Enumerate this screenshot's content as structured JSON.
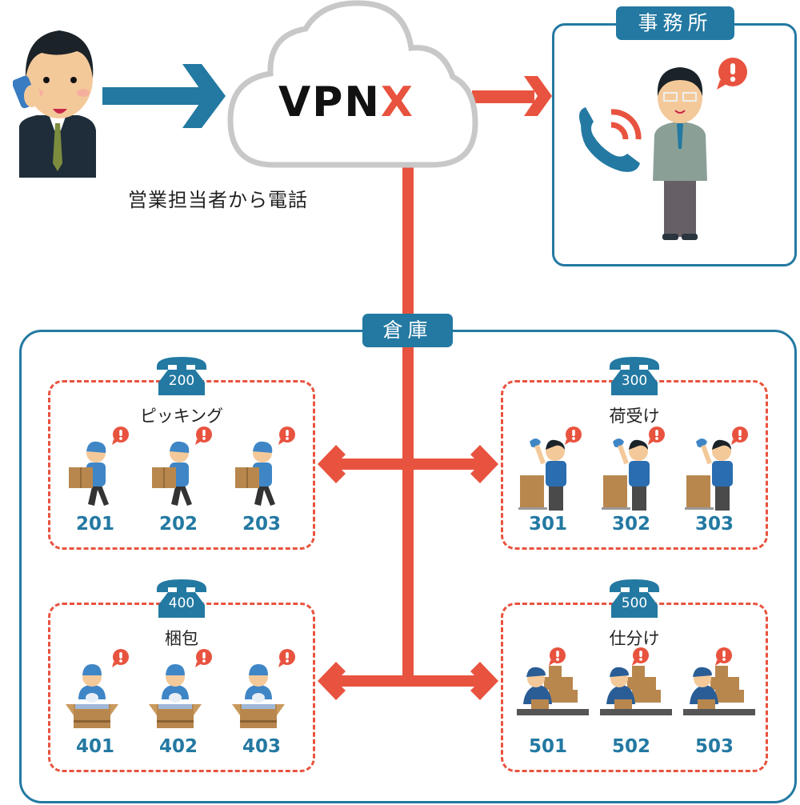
{
  "caller": {
    "caption": "営業担当者から電話",
    "icon": "salesperson-on-phone-icon"
  },
  "cloud": {
    "logo_main": "VPN",
    "logo_accent": "X",
    "icon": "cloud-icon"
  },
  "office": {
    "label": "事務所",
    "icons": [
      "ringing-phone-icon",
      "office-worker-icon",
      "alert-bubble-icon"
    ]
  },
  "warehouse": {
    "label": "倉庫",
    "groups": [
      {
        "title": "ピッキング",
        "extension": "200",
        "activity": "picking",
        "workers": [
          {
            "ext": "201"
          },
          {
            "ext": "202"
          },
          {
            "ext": "203"
          }
        ]
      },
      {
        "title": "荷受け",
        "extension": "300",
        "activity": "receiving",
        "workers": [
          {
            "ext": "301"
          },
          {
            "ext": "302"
          },
          {
            "ext": "303"
          }
        ]
      },
      {
        "title": "梱包",
        "extension": "400",
        "activity": "packing",
        "workers": [
          {
            "ext": "401"
          },
          {
            "ext": "402"
          },
          {
            "ext": "403"
          }
        ]
      },
      {
        "title": "仕分け",
        "extension": "500",
        "activity": "sorting",
        "workers": [
          {
            "ext": "501"
          },
          {
            "ext": "502"
          },
          {
            "ext": "503"
          }
        ]
      }
    ]
  },
  "colors": {
    "blue": "#2379a2",
    "red": "#e8533f",
    "cloud_gray": "#c8c8c8"
  }
}
